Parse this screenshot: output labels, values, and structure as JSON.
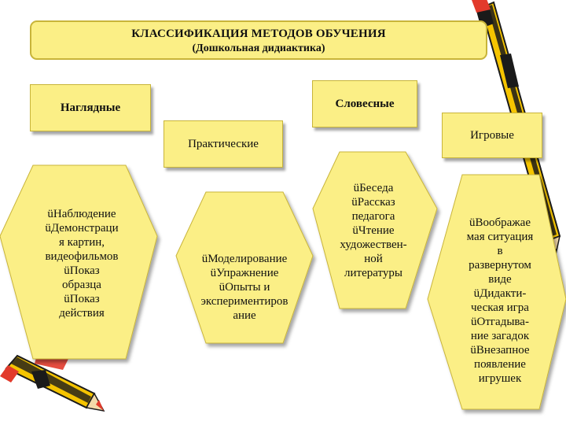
{
  "title": {
    "main": "КЛАССИФИКАЦИЯ МЕТОДОВ ОБУЧЕНИЯ",
    "subtitle": "(Дошкольная дидиактика)"
  },
  "categories": {
    "visual": "Наглядные",
    "verbal": "Словесные",
    "practical": "Практические",
    "game": "Игровые"
  },
  "methods": {
    "visual": [
      "üНаблюдение",
      "üДемонстраци",
      "я картин,",
      "видеофильмов",
      "üПоказ",
      "образца",
      "üПоказ",
      "действия"
    ],
    "practical": [
      "üМоделирование",
      "üУпражнение",
      "üОпыты и",
      "экспериментиров",
      "ание"
    ],
    "verbal": [
      "üБеседа",
      "üРассказ",
      "педагога",
      "üЧтение",
      "художествен-",
      "ной",
      "литературы"
    ],
    "game": [
      "üВоображае",
      "мая ситуация",
      "в",
      "развернутом",
      "виде",
      "üДидакти-",
      "ческая игра",
      "üОтгадыва-",
      "ние загадок",
      "üВнезапное",
      "появление",
      "игрушек"
    ]
  },
  "colors": {
    "fill": "#fbef86",
    "border": "#c8b43a",
    "pencil": "#f5c400",
    "pencil_dark": "#1a1a1a",
    "eraser": "#e23a2b"
  },
  "icons": [
    "pencil-icon-top-right",
    "pencil-icon-bottom-left"
  ]
}
